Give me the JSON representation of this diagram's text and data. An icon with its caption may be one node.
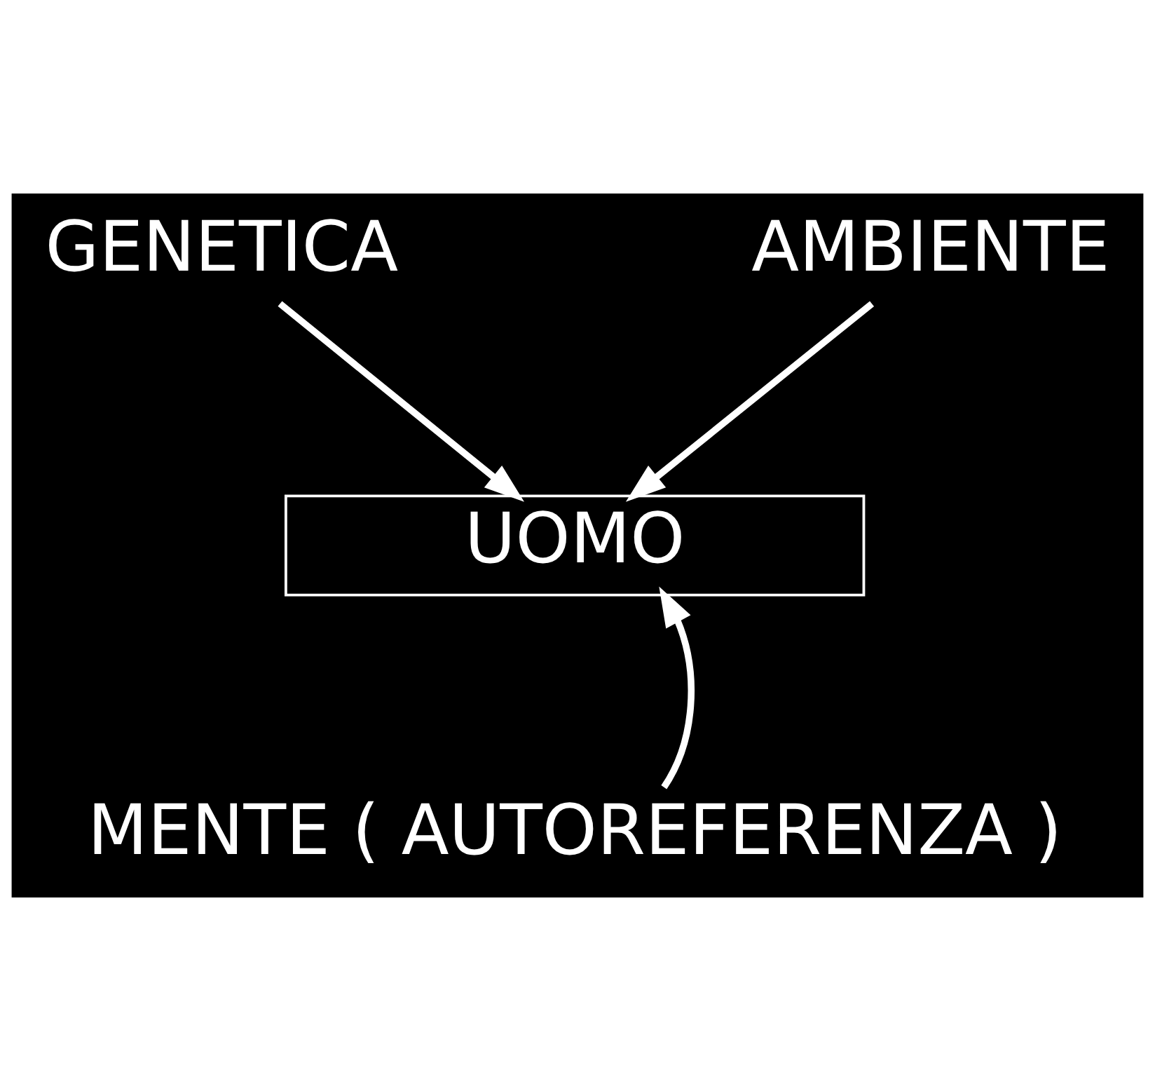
{
  "diagram": {
    "nodes": [
      {
        "text": [
          "GENETICA"
        ]
      },
      {
        "text": [
          "AMBIENTE"
        ]
      },
      {
        "text": [
          "UOMO"
        ]
      },
      {
        "text": [
          "MENTE ( AUTOREFERENZA )"
        ]
      }
    ],
    "edges": [
      {
        "from": 0,
        "to": 2,
        "arrow": "to"
      },
      {
        "from": 1,
        "to": 2,
        "arrow": "to"
      },
      {
        "from": 3,
        "to": 2,
        "arrow": "to"
      }
    ]
  }
}
